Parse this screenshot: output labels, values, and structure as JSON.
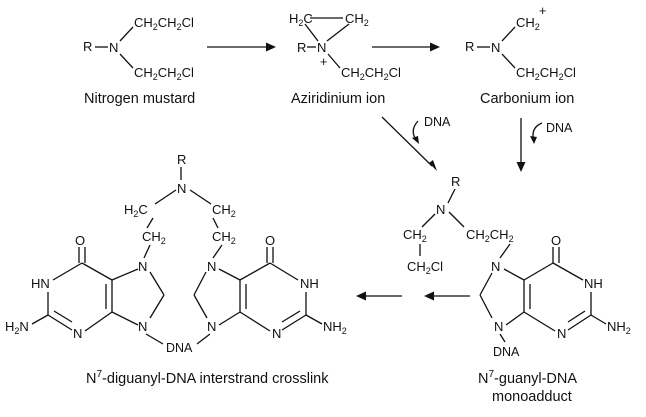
{
  "chem": {
    "R": "R",
    "N": "N",
    "CH2Cl": "CH2Cl",
    "CH2": "CH2",
    "H2C": "H2C",
    "plus": "+",
    "O": "O",
    "HN": "HN",
    "NH": "NH",
    "H2N": "H2N",
    "NH2": "NH2",
    "DNA": "DNA"
  },
  "captions": {
    "nitrogen_mustard": "Nitrogen mustard",
    "aziridinium_ion": "Aziridinium ion",
    "carbonium_ion": "Carbonium ion",
    "crosslink_prefix": "N",
    "crosslink_sup": "7",
    "crosslink_rest": "-diguanyl-DNA interstrand crosslink",
    "mono_prefix": "N",
    "mono_sup": "7",
    "mono_rest": "-guanyl-DNA",
    "mono_line2": "monoadduct"
  },
  "arrows": {
    "dna_label": "DNA"
  }
}
